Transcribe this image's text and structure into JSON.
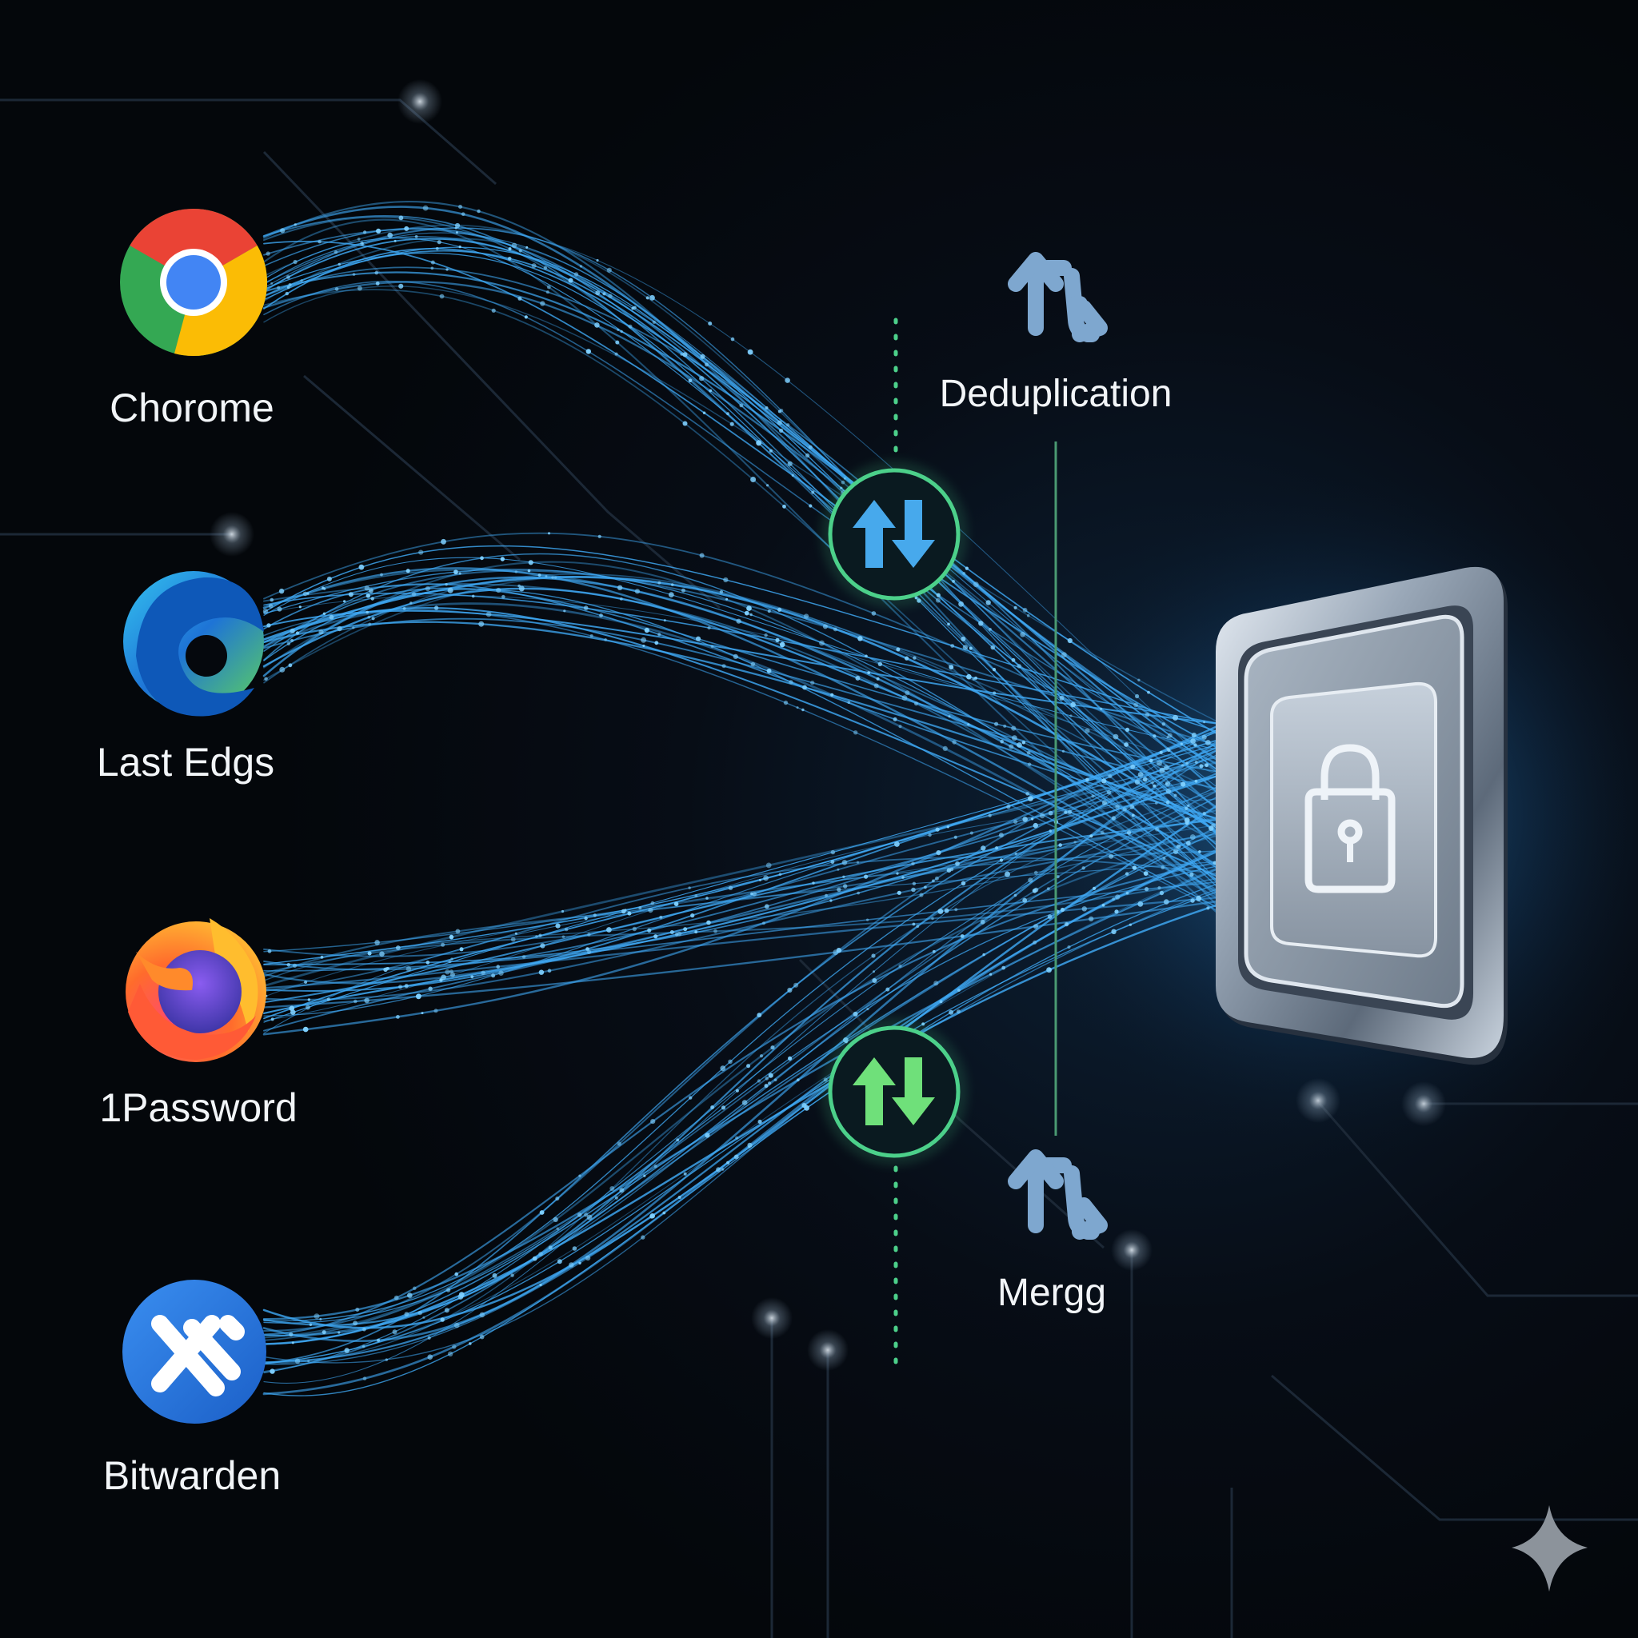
{
  "sources": [
    {
      "label": "Chorome",
      "icon": "chrome-icon"
    },
    {
      "label": "Last Edgs",
      "icon": "edge-icon"
    },
    {
      "label": "1Password",
      "icon": "firefox-icon"
    },
    {
      "label": "Bitwarden",
      "icon": "bitwarden-icon"
    }
  ],
  "steps": {
    "dedup_label": "Deduplication",
    "merge_label": "Mergg"
  },
  "vault": {
    "icon": "padlock-icon"
  },
  "colors": {
    "background": "#05080d",
    "stream": "#3fa9f5",
    "sync_ring": "#4cd08a",
    "sync_arrow_top": "#47a9ec",
    "sync_arrow_bottom": "#6fe07a",
    "step_icon": "#7ea7cf"
  }
}
